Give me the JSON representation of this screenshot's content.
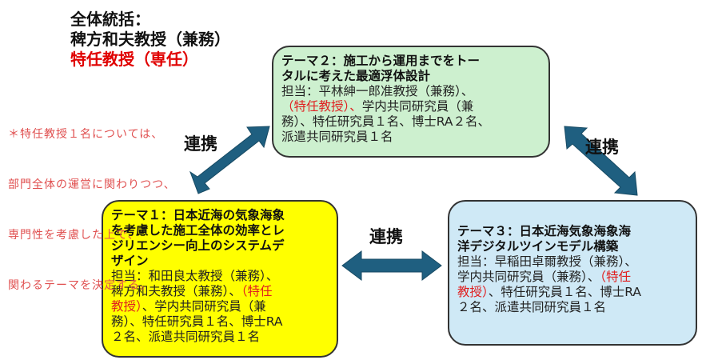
{
  "header": {
    "line1": "全体統括：",
    "line2": "稗方和夫教授（兼務）",
    "line3": "特任教授（専任）"
  },
  "note": [
    "＊特任教授１名については、",
    "部門全体の運営に関わりつつ、",
    "専門性を考慮した上で、",
    "関わるテーマを決定する。"
  ],
  "link_label": "連携",
  "theme2": {
    "title": [
      "テーマ２：施工から運用までをトー",
      "タルに考えた最適浮体設計"
    ],
    "l1": "担当：平林紳一郎准教授（兼務）、",
    "l2_red": "（特任教授）、",
    "l2": "学内共同研究員（兼",
    "l3": "務）、特任研究員１名、博士RA２名、",
    "l4": "派遣共同研究員１名"
  },
  "theme1": {
    "title": [
      "テーマ１：日本近海の気象海象",
      "を考慮した施工全体の効率とレ",
      "ジリエンシー向上のシステムデ",
      "ザイン"
    ],
    "l1": "担当：和田良太教授（兼務）、",
    "l2": "稗方和夫教授（兼務）、",
    "l2_red": "（特任",
    "l3_red": "教授）",
    "l3": "、学内共同研究員（兼",
    "l4": "務）、特任研究員１名、博士RA",
    "l5": "２名、派遣共同研究員１名"
  },
  "theme3": {
    "title": [
      "テーマ３：日本近海気象海象海",
      "洋デジタルツインモデル構築"
    ],
    "l1": "担当：早稲田卓爾教授（兼務）、",
    "l2": "学内共同研究員（兼務）、",
    "l2_red": "（特任",
    "l3_red": "教授）",
    "l3": "、特任研究員１名、博士RA",
    "l4": "２名、派遣共同研究員１名"
  },
  "colors": {
    "arrow": "#1f5f80",
    "theme1": "#ffff00",
    "theme2": "#cdf0cf",
    "theme3": "#cfe9f6",
    "accent_red": "#e00000"
  }
}
